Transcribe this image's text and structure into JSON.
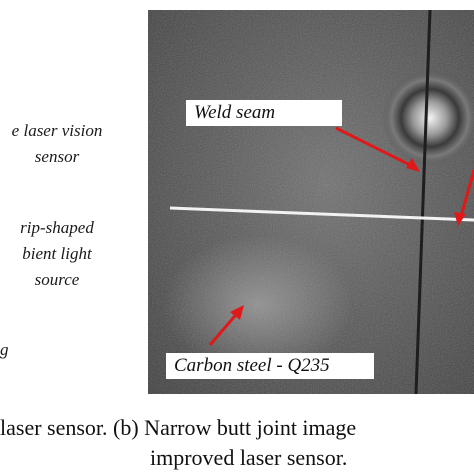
{
  "left_labels": {
    "sensor": "e laser vision\nsensor",
    "ambient": "rip-shaped\nbient light\nsource",
    "partial": "g"
  },
  "photo": {
    "weld_seam": "Weld seam",
    "material": "Carbon steel - Q235"
  },
  "caption": {
    "line1": "laser sensor. (b) Narrow butt joint image",
    "line2": "improved laser sensor."
  },
  "colors": {
    "arrow": "#e01818",
    "laser_line": "#f2f2f2"
  }
}
